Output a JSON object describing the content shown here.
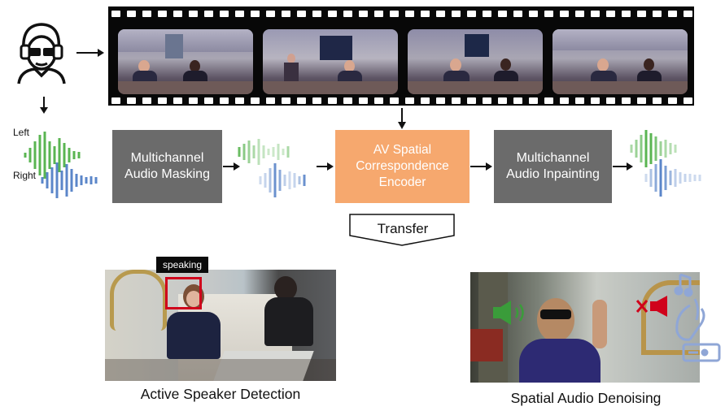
{
  "channels": {
    "left": "Left",
    "right": "Right"
  },
  "blocks": {
    "masking": "Multichannel\nAudio Masking",
    "encoder": "AV Spatial\nCorrespondence\nEncoder",
    "inpainting": "Multichannel\nAudio Inpainting"
  },
  "transfer": "Transfer",
  "tasks": {
    "speaker_tag": "speaking",
    "speaker_caption": "Active Speaker Detection",
    "denoise_caption": "Spatial Audio Denoising"
  },
  "colors": {
    "left_wave": "#5ab552",
    "right_wave": "#5b86c9",
    "gray_box": "#6b6b6b",
    "encoder_box": "#f6a86e",
    "detect_box": "#d0021b",
    "icon_blue": "#8fa6d6"
  },
  "icons": [
    "person-with-glasses-icon",
    "speaker-on-icon",
    "speaker-muted-icon",
    "gramophone-music-icon"
  ]
}
